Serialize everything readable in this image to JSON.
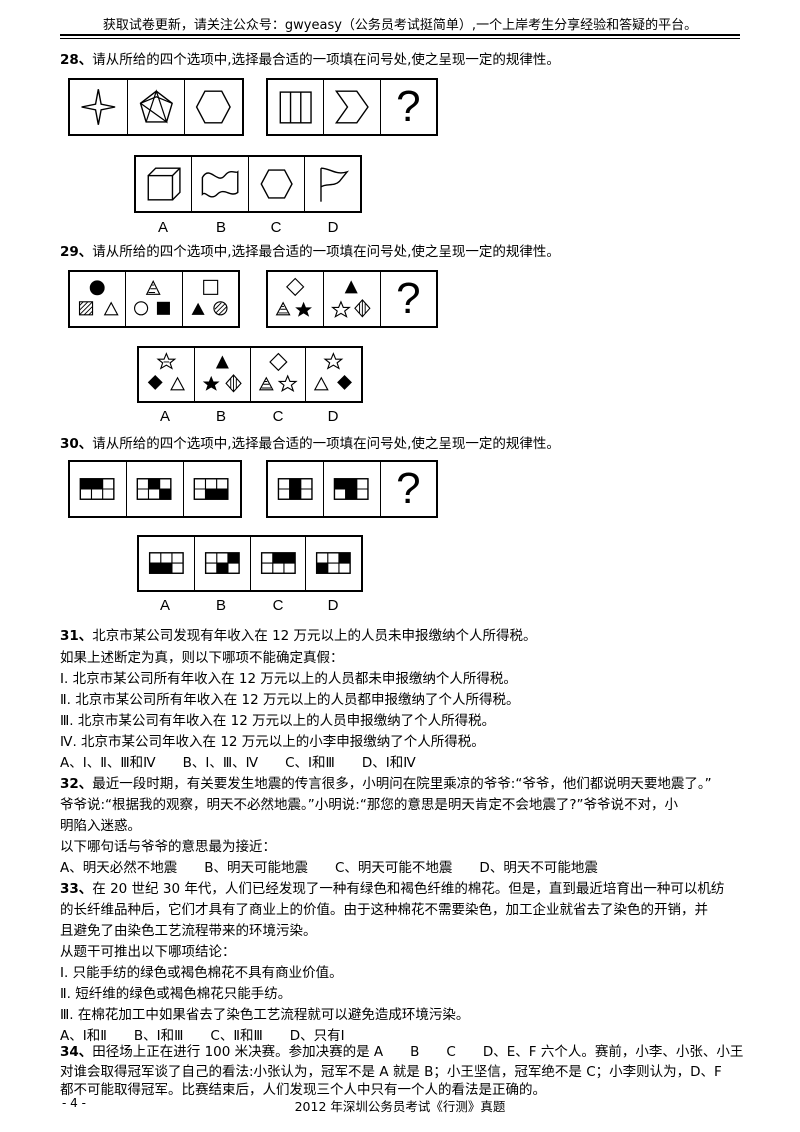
{
  "header": {
    "text": "获取试卷更新，请关注公众号：gwyeasy（公务员考试挺简单）,一个上岸考生分享经验和答疑的平台。"
  },
  "q28": {
    "num": "28、",
    "text": "请从所给的四个选项中,选择最合适的一项填在问号处,使之呈现一定的规律性。",
    "question_mark": "?",
    "options": [
      "A",
      "B",
      "C",
      "D"
    ]
  },
  "q29": {
    "num": "29、",
    "text": "请从所给的四个选项中,选择最合适的一项填在问号处,使之呈现一定的规律性。",
    "question_mark": "?",
    "options": [
      "A",
      "B",
      "C",
      "D"
    ]
  },
  "q30": {
    "num": "30、",
    "text": "请从所给的四个选项中,选择最合适的一项填在问号处,使之呈现一定的规律性。",
    "question_mark": "?",
    "options": [
      "A",
      "B",
      "C",
      "D"
    ]
  },
  "q31": {
    "num": "31、",
    "text": "北京市某公司发现有年收入在 12 万元以上的人员未申报缴纳个人所得税。",
    "lines": [
      "如果上述断定为真，则以下哪项不能确定真假：",
      "Ⅰ. 北京市某公司所有年收入在 12 万元以上的人员都未申报缴纳个人所得税。",
      "Ⅱ. 北京市某公司所有年收入在 12 万元以上的人员都申报缴纳了个人所得税。",
      "Ⅲ. 北京市某公司有年收入在 12 万元以上的人员申报缴纳了个人所得税。",
      "Ⅳ. 北京市某公司年收入在 12 万元以上的小李申报缴纳了个人所得税。",
      "A、Ⅰ、Ⅱ、Ⅲ和Ⅳ　　B、Ⅰ、Ⅲ、Ⅳ　　C、Ⅰ和Ⅲ　　D、Ⅰ和Ⅳ"
    ]
  },
  "q32": {
    "num": "32、",
    "text": "最近一段时期，有关要发生地震的传言很多，小明问在院里乘凉的爷爷:“爷爷，他们都说明天要地震了。”",
    "lines": [
      "爷爷说:“根据我的观察，明天不必然地震。”小明说:“那您的意思是明天肯定不会地震了?”爷爷说不对，小",
      "明陷入迷惑。",
      "以下哪句话与爷爷的意思最为接近：",
      "A、明天必然不地震　　B、明天可能地震　　C、明天可能不地震　　D、明天不可能地震"
    ]
  },
  "q33": {
    "num": "33、",
    "text": "在 20 世纪 30 年代，人们已经发现了一种有绿色和褐色纤维的棉花。但是，直到最近培育出一种可以机纺",
    "lines": [
      "的长纤维品种后，它们才具有了商业上的价值。由于这种棉花不需要染色，加工企业就省去了染色的开销，并",
      "且避免了由染色工艺流程带来的环境污染。",
      "从题干可推出以下哪项结论：",
      "Ⅰ. 只能手纺的绿色或褐色棉花不具有商业价值。",
      "Ⅱ. 短纤维的绿色或褐色棉花只能手纺。",
      "Ⅲ. 在棉花加工中如果省去了染色工艺流程就可以避免造成环境污染。",
      "A、Ⅰ和Ⅱ　　B、Ⅰ和Ⅲ　　C、Ⅱ和Ⅲ　　D、只有Ⅰ"
    ]
  },
  "q34": {
    "num": "34、",
    "text": "田径场上正在进行 100 米决赛。参加决赛的是 A　　B　　C　　D、E、F 六个人。赛前，小李、小张、小王",
    "lines": [
      "对谁会取得冠军谈了自己的看法:小张认为，冠军不是 A 就是 B；小王坚信，冠军绝不是 C；小李则认为，D、F",
      "都不可能取得冠军。比赛结束后，人们发现三个人中只有一个人的看法是正确的。"
    ]
  },
  "footer": {
    "page": "- 4 -",
    "title": "2012 年深圳公务员考试《行测》真题"
  }
}
